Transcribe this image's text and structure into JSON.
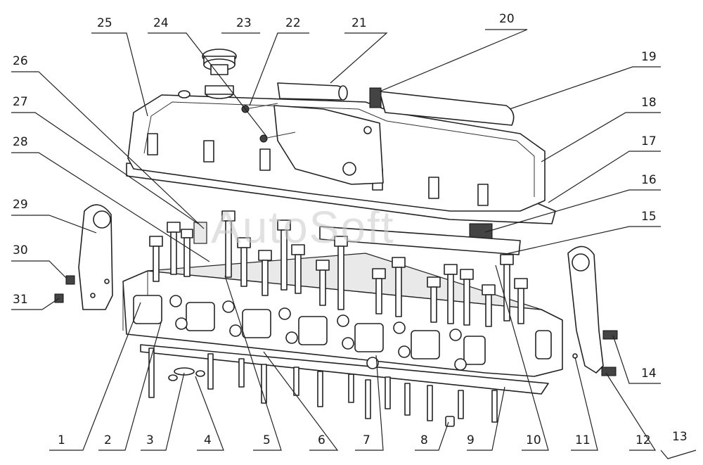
{
  "watermark": "AutoSoft",
  "callouts": {
    "c1": "1",
    "c2": "2",
    "c3": "3",
    "c4": "4",
    "c5": "5",
    "c6": "6",
    "c7": "7",
    "c8": "8",
    "c9": "9",
    "c10": "10",
    "c11": "11",
    "c12": "12",
    "c13": "13",
    "c14": "14",
    "c15": "15",
    "c16": "16",
    "c17": "17",
    "c18": "18",
    "c19": "19",
    "c20": "20",
    "c21": "21",
    "c22": "22",
    "c23": "23",
    "c24": "24",
    "c25": "25",
    "c26": "26",
    "c27": "27",
    "c28": "28",
    "c29": "29",
    "c30": "30",
    "c31": "31"
  }
}
